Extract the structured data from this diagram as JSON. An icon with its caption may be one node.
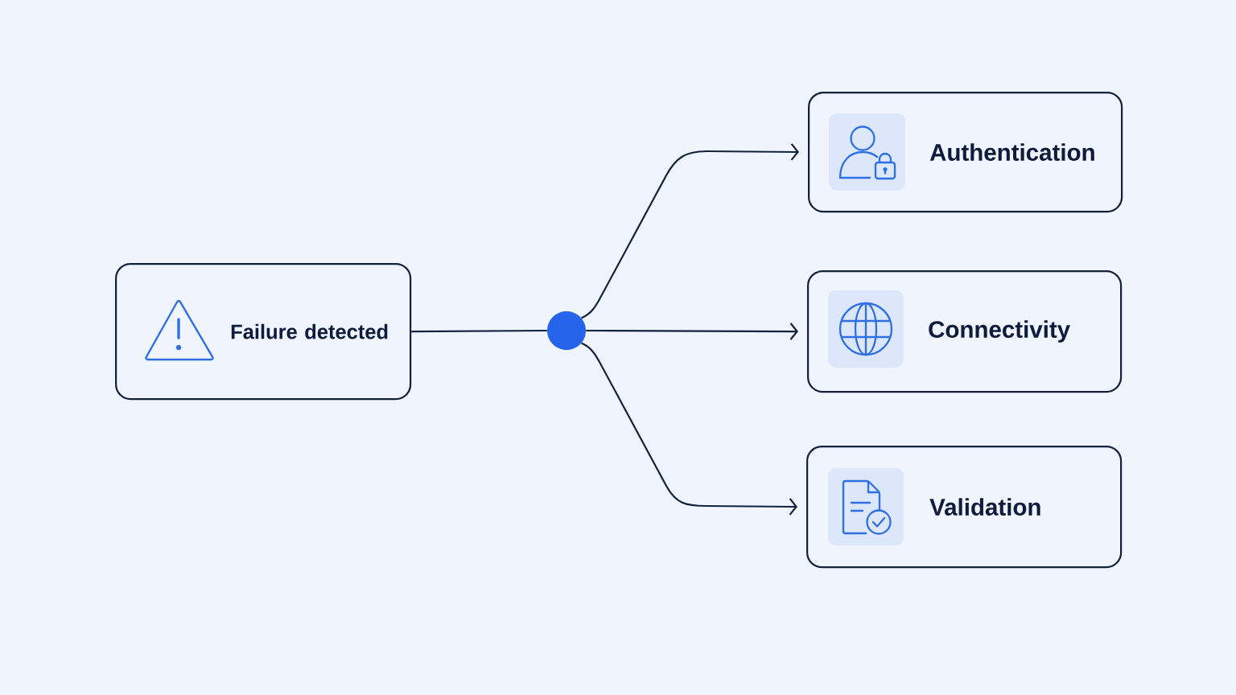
{
  "diagram": {
    "nodes": [
      {
        "text": [
          "Failure detected"
        ]
      },
      {
        "text": [],
        "shape": "circle"
      },
      {
        "text": [
          "Authentication"
        ]
      },
      {
        "text": [
          "Connectivity"
        ]
      },
      {
        "text": [
          "Validation"
        ]
      }
    ],
    "edges": [
      {
        "from": 0,
        "to": 1,
        "arrow": "none"
      },
      {
        "from": 1,
        "to": 2,
        "arrow": "to"
      },
      {
        "from": 1,
        "to": 3,
        "arrow": "to"
      },
      {
        "from": 1,
        "to": 4,
        "arrow": "to"
      }
    ]
  }
}
